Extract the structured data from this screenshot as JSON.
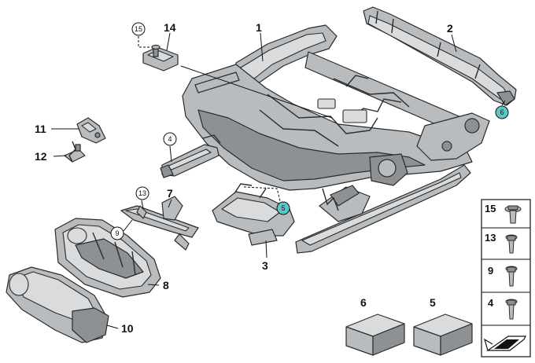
{
  "callouts": [
    {
      "id": "c1",
      "label": "1"
    },
    {
      "id": "c2",
      "label": "2"
    },
    {
      "id": "c3",
      "label": "3"
    },
    {
      "id": "c4",
      "label": "4"
    },
    {
      "id": "c5",
      "label": "5"
    },
    {
      "id": "c6",
      "label": "6"
    },
    {
      "id": "c7",
      "label": "7"
    },
    {
      "id": "c8",
      "label": "8"
    },
    {
      "id": "c9",
      "label": "9"
    },
    {
      "id": "c10",
      "label": "10"
    },
    {
      "id": "c11",
      "label": "11"
    },
    {
      "id": "c12",
      "label": "12"
    },
    {
      "id": "c13",
      "label": "13"
    },
    {
      "id": "c14",
      "label": "14"
    },
    {
      "id": "c15",
      "label": "15"
    }
  ],
  "hardware_panel": {
    "items": [
      {
        "label": "15"
      },
      {
        "label": "13"
      },
      {
        "label": "9"
      },
      {
        "label": "4"
      }
    ]
  },
  "bottom_boxes": [
    {
      "label": "6"
    },
    {
      "label": "5"
    }
  ],
  "colors": {
    "highlight_callout": "#5ec5c9",
    "part_fill": "#b9bcbf",
    "line": "#2b2b2b"
  },
  "icons": {
    "navigation": "arrow-next-icon"
  }
}
